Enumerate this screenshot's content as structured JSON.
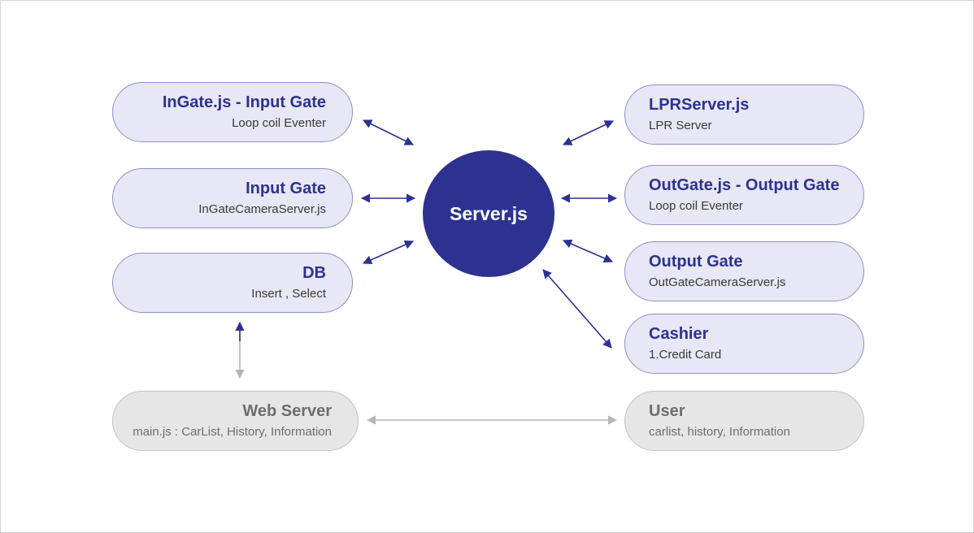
{
  "center": {
    "title": "Server.js",
    "color": "#2d3290"
  },
  "nodes": {
    "ingate": {
      "title": "InGate.js - Input Gate",
      "subtitle": "Loop coil Eventer"
    },
    "input_gate": {
      "title": "Input Gate",
      "subtitle": "InGateCameraServer.js"
    },
    "db": {
      "title": "DB",
      "subtitle": "Insert , Select"
    },
    "web_server": {
      "title": "Web Server",
      "subtitle": "main.js : CarList, History, Information"
    },
    "lpr_server": {
      "title": "LPRServer.js",
      "subtitle": "LPR Server"
    },
    "outgate": {
      "title": "OutGate.js - Output Gate",
      "subtitle": "Loop coil Eventer"
    },
    "output_gate": {
      "title": "Output Gate",
      "subtitle": "OutGateCameraServer.js"
    },
    "cashier": {
      "title": "Cashier",
      "subtitle": "1.Credit Card"
    },
    "user": {
      "title": "User",
      "subtitle": "carlist, history, Information"
    }
  },
  "colors": {
    "accent": "#2d3290",
    "node_fill": "#e7e7f5",
    "node_border": "#8f91c7",
    "inactive_fill": "#e6e6e6",
    "inactive_arrow": "#b5b5b5"
  },
  "connections": [
    {
      "from": "ingate",
      "to": "center",
      "bidirectional": true
    },
    {
      "from": "input_gate",
      "to": "center",
      "bidirectional": true
    },
    {
      "from": "db",
      "to": "center",
      "bidirectional": true
    },
    {
      "from": "lpr_server",
      "to": "center",
      "bidirectional": true
    },
    {
      "from": "outgate",
      "to": "center",
      "bidirectional": true
    },
    {
      "from": "output_gate",
      "to": "center",
      "bidirectional": true
    },
    {
      "from": "cashier",
      "to": "center",
      "bidirectional": true
    },
    {
      "from": "db",
      "to": "web_server",
      "bidirectional": true
    },
    {
      "from": "web_server",
      "to": "user",
      "bidirectional": true
    }
  ]
}
